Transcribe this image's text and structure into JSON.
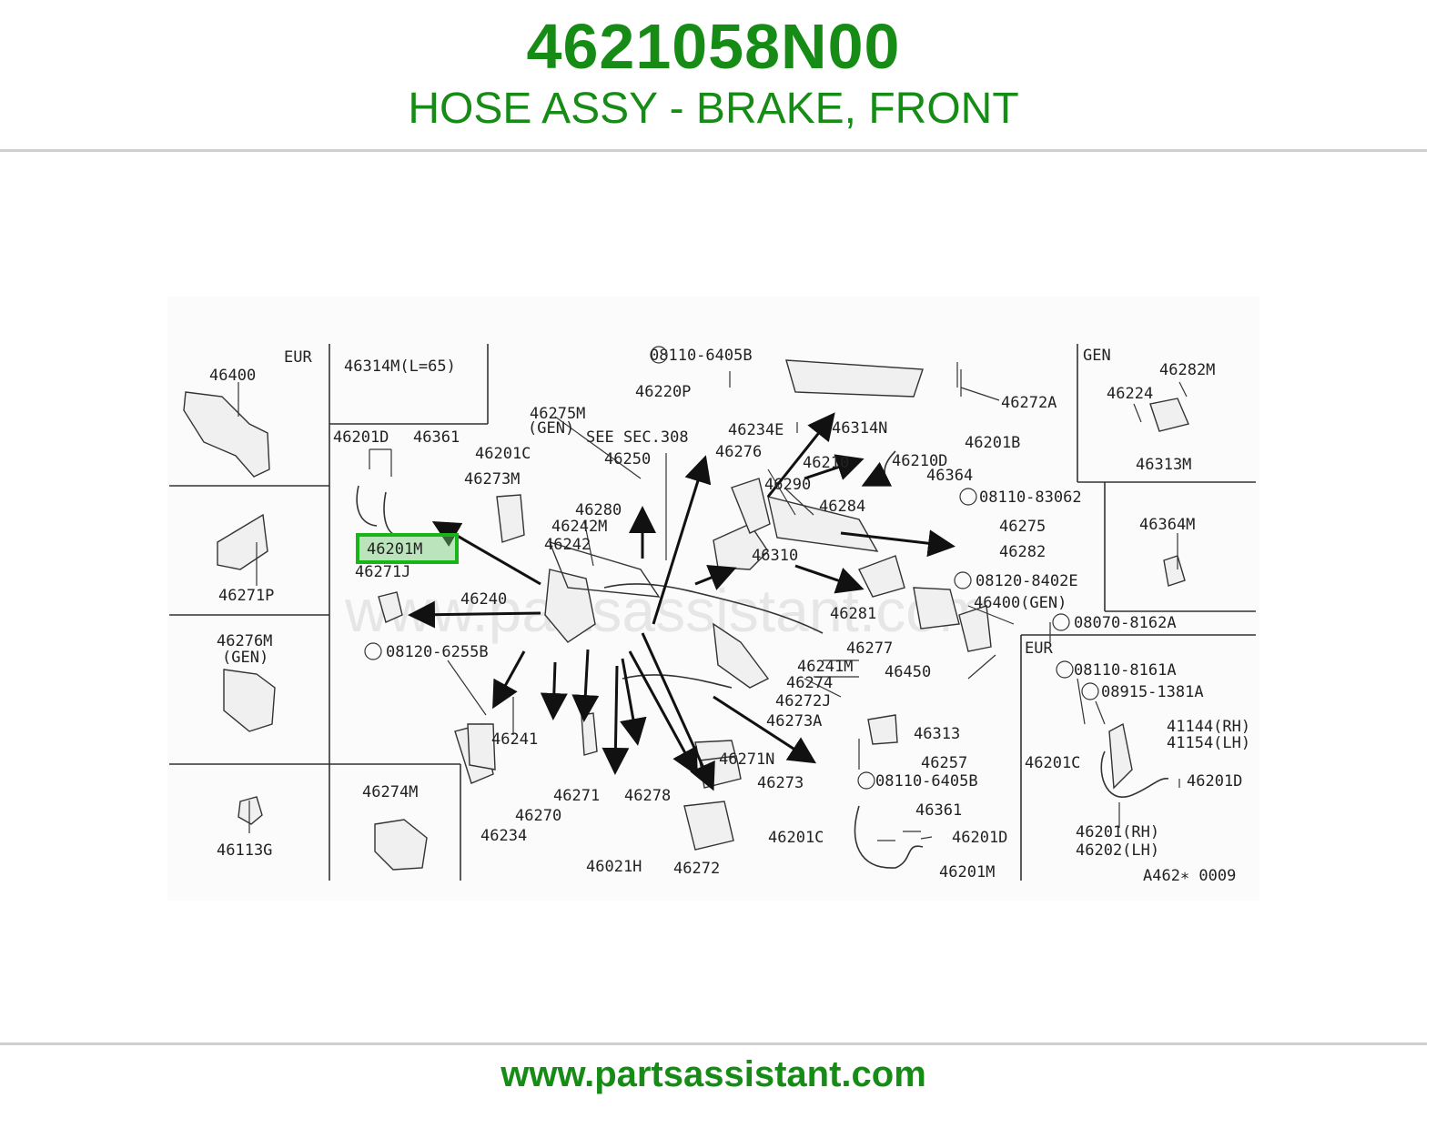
{
  "header": {
    "part_number": "4621058N00",
    "part_description": "HOSE ASSY - BRAKE, FRONT"
  },
  "footer": {
    "url": "www.partsassistant.com"
  },
  "diagram": {
    "watermark": "www.partsassistant.com",
    "highlighted_part": "46201M",
    "ref_code": "A462∗ 0009",
    "labels": [
      "EUR",
      "46400",
      "46271P",
      "46276M",
      "(GEN)",
      "46113G",
      "46314M(L=65)",
      "46201D",
      "46361",
      "46201C",
      "46273M",
      "46271J",
      "46240",
      "08120-6255B",
      "46241",
      "46270",
      "46234",
      "46274M",
      "46275M",
      "(GEN)",
      "SEE SEC.308",
      "46250",
      "46280",
      "46242M",
      "46242",
      "46271",
      "46278",
      "46021H",
      "46272",
      "46271N",
      "46273",
      "08110-6405B",
      "46220P",
      "46234E",
      "46314N",
      "46272A",
      "46276",
      "46290",
      "46210",
      "46210D",
      "46201B",
      "46364",
      "08110-83062",
      "46284",
      "46275",
      "46282",
      "46310",
      "08120-8402E",
      "46281",
      "46400(GEN)",
      "08070-8162A",
      "46277",
      "46241M",
      "46450",
      "46274",
      "46272J",
      "46273A",
      "46313",
      "46257",
      "08110-6405B",
      "46361",
      "46201C",
      "46201D",
      "46201M",
      "GEN",
      "46282M",
      "46224",
      "46313M",
      "46364M",
      "EUR",
      "08110-8161A",
      "08915-1381A",
      "41144(RH)",
      "41154(LH)",
      "46201C",
      "46201D",
      "46201(RH)",
      "46202(LH)"
    ]
  }
}
